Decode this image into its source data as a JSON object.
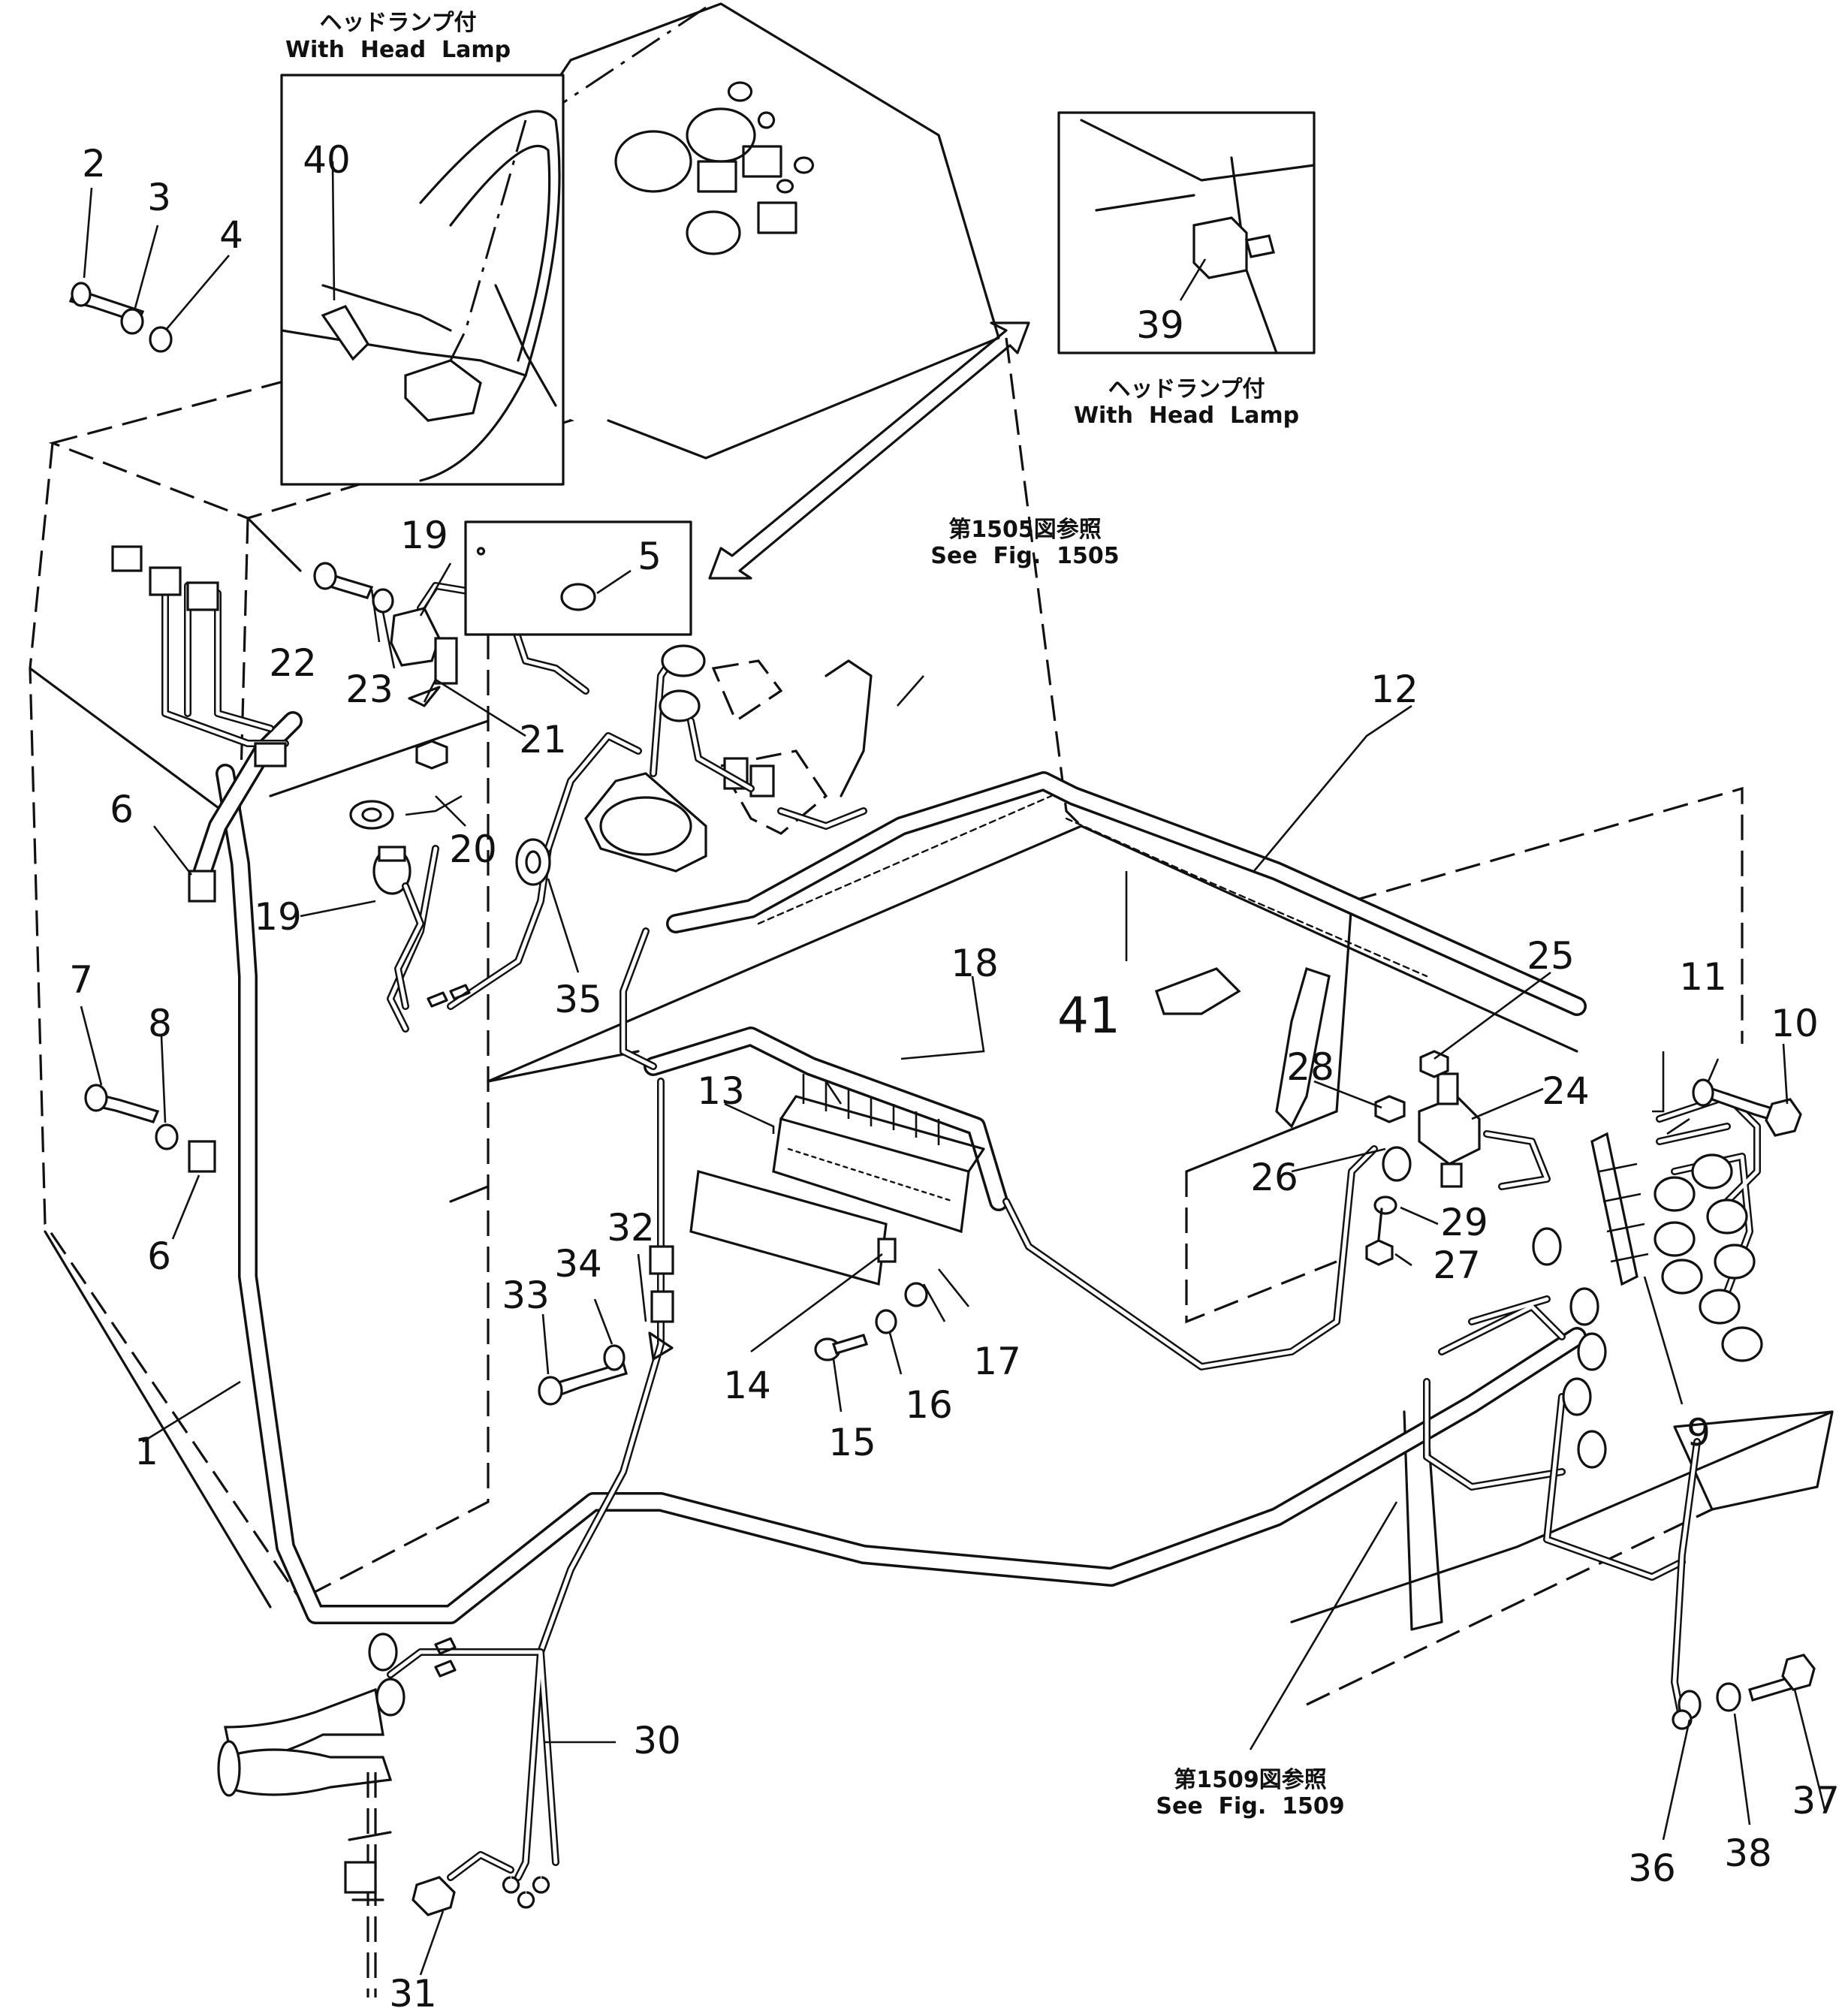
{
  "notes": {
    "head_lamp_top_jp": "ヘッドランプ付",
    "head_lamp_top_en": "With  Head  Lamp",
    "head_lamp_right_jp": "ヘッドランプ付",
    "head_lamp_right_en": "With  Head  Lamp",
    "fig1505_jp": "第1505図参照",
    "fig1505_en": "See  Fig.  1505",
    "fig1509_jp": "第1509図参照",
    "fig1509_en": "See  Fig.  1509"
  },
  "callouts": {
    "c1": "1",
    "c2": "2",
    "c3": "3",
    "c4": "4",
    "c5": "5",
    "c6a": "6",
    "c6b": "6",
    "c7": "7",
    "c8": "8",
    "c9": "9",
    "c10": "10",
    "c11": "11",
    "c12": "12",
    "c13": "13",
    "c14": "14",
    "c15": "15",
    "c16": "16",
    "c17": "17",
    "c18": "18",
    "c19a": "19",
    "c19b": "19",
    "c20": "20",
    "c21": "21",
    "c22": "22",
    "c23": "23",
    "c24": "24",
    "c25": "25",
    "c26": "26",
    "c27": "27",
    "c28": "28",
    "c29": "29",
    "c30": "30",
    "c31": "31",
    "c32": "32",
    "c33": "33",
    "c34": "34",
    "c35": "35",
    "c36": "36",
    "c37": "37",
    "c38": "38",
    "c39": "39",
    "c40": "40",
    "c41": "41"
  }
}
